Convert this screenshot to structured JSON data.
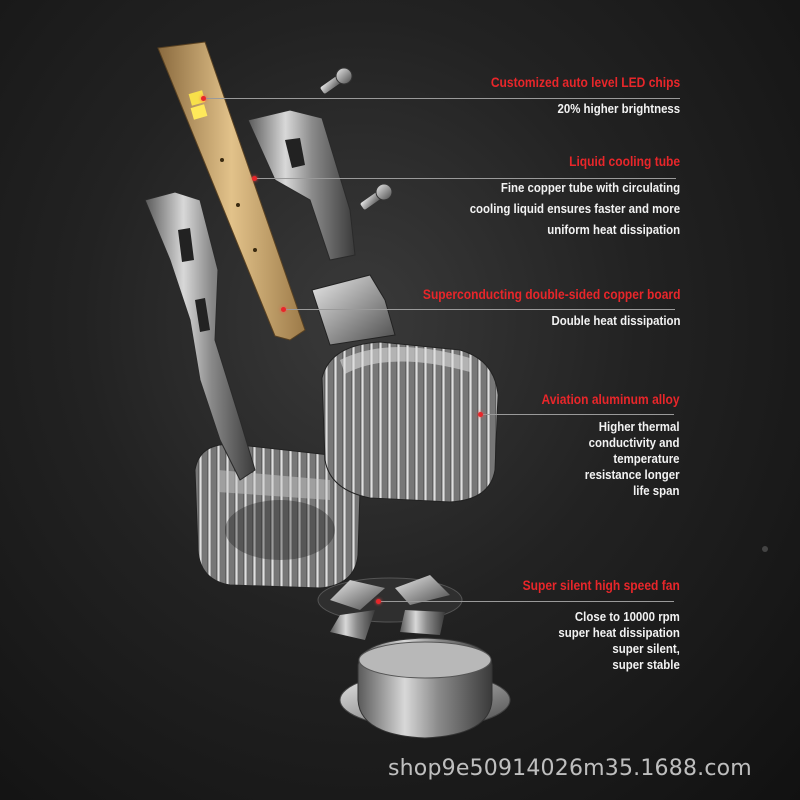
{
  "colors": {
    "accent": "#e8262a",
    "text": "#f2f2f2",
    "background": "#1b1b1b"
  },
  "callouts": [
    {
      "title": "Customized auto level LED chips",
      "lines": [
        "20% higher brightness"
      ]
    },
    {
      "title": "Liquid cooling tube",
      "lines": [
        "Fine copper tube with circulating",
        "cooling liquid ensures faster and more",
        "uniform heat  dissipation"
      ]
    },
    {
      "title": "Superconducting double-sided copper board",
      "lines": [
        "Double heat dissipation"
      ]
    },
    {
      "title": "Aviation aluminum alloy",
      "lines": [
        "Higher thermal",
        "conductivity and",
        "temperature",
        "resistance longer",
        "life span"
      ]
    },
    {
      "title": "Super silent high speed fan",
      "lines": [
        "Close to 10000 rpm",
        "super heat dissipation",
        "super silent,",
        "super stable"
      ]
    }
  ],
  "watermark": "shop9e50914026m35.1688.com"
}
